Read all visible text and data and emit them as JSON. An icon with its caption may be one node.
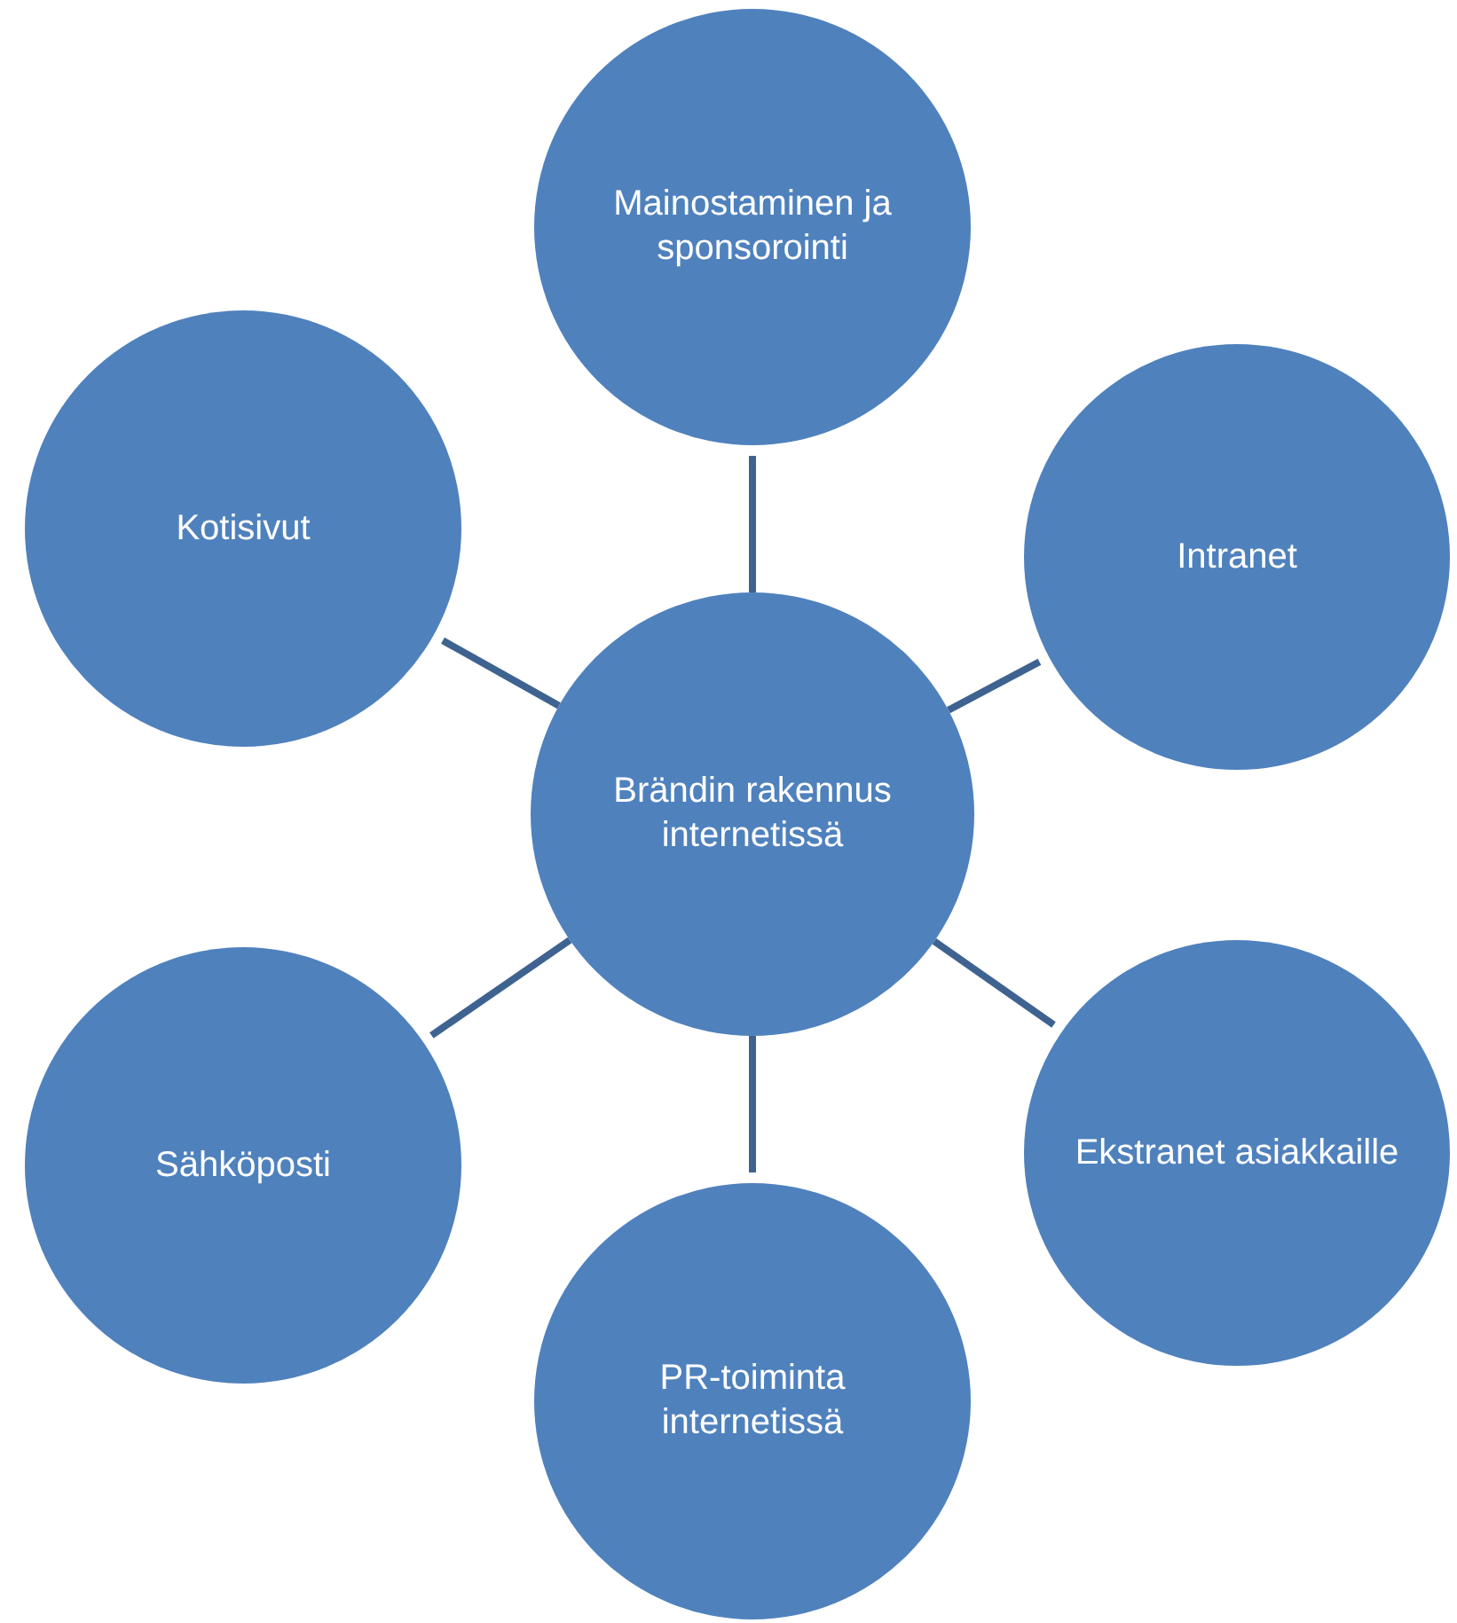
{
  "diagram": {
    "nodes": [
      {
        "text": [
          "Mainostaminen ja sponsorointi"
        ]
      },
      {
        "text": [
          "Kotisivut"
        ]
      },
      {
        "text": [
          "Intranet"
        ]
      },
      {
        "text": [
          "Brändin rakennus internetissä"
        ]
      },
      {
        "text": [
          "Sähköposti"
        ]
      },
      {
        "text": [
          "Ekstranet asiakkaille"
        ]
      },
      {
        "text": [
          "PR-toiminta internetissä"
        ]
      }
    ],
    "edges": [
      {
        "from": 3,
        "to": 0,
        "arrow": "none"
      },
      {
        "from": 3,
        "to": 2,
        "arrow": "none"
      },
      {
        "from": 3,
        "to": 5,
        "arrow": "none"
      },
      {
        "from": 3,
        "to": 6,
        "arrow": "none"
      },
      {
        "from": 3,
        "to": 4,
        "arrow": "none"
      },
      {
        "from": 3,
        "to": 1,
        "arrow": "none"
      }
    ]
  }
}
